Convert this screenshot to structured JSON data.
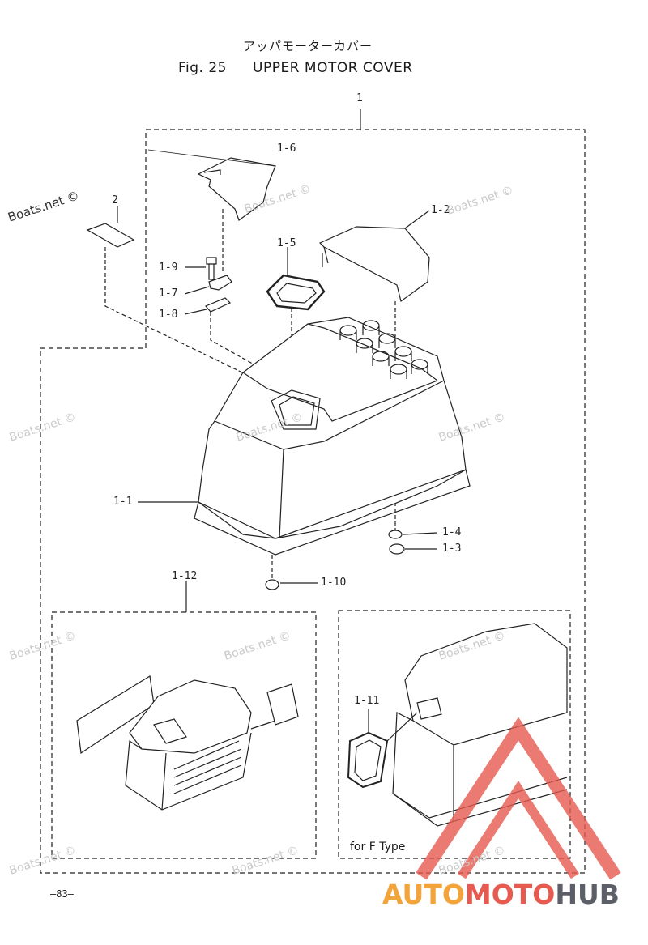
{
  "header": {
    "title_jp": "アッパモーターカバー",
    "fig_number": "Fig. 25",
    "fig_title": "UPPER MOTOR COVER"
  },
  "watermark": "Boats.net ©",
  "part_labels": {
    "p1": "1",
    "p2": "2",
    "p1_1": "1-1",
    "p1_2": "1-2",
    "p1_3": "1-3",
    "p1_4": "1-4",
    "p1_5": "1-5",
    "p1_6": "1-6",
    "p1_7": "1-7",
    "p1_8": "1-8",
    "p1_9": "1-9",
    "p1_10": "1-10",
    "p1_11": "1-11",
    "p1_12": "1-12"
  },
  "inset_note": "for F Type",
  "page_number": "—83—",
  "logo": {
    "part_a": "AUTO",
    "part_b": "MOTO",
    "part_c": "HUB",
    "colors": {
      "auto": "#f2a33a",
      "moto": "#e65a4f",
      "hub": "#5d5f68"
    }
  }
}
